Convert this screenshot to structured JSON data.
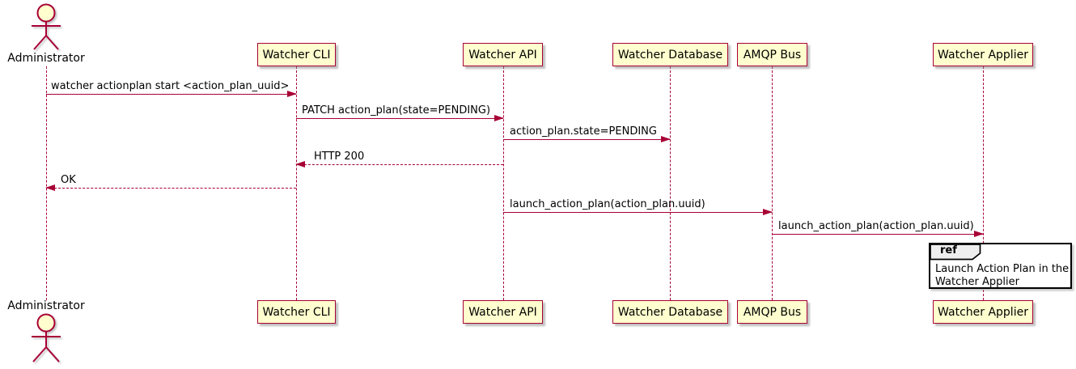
{
  "diagram_type": "sequence",
  "colors": {
    "participant_fill": "#FEFECE",
    "participant_border": "#A80036",
    "lifeline": "#A80036",
    "arrow": "#A80036",
    "text": "#000000",
    "ref_header_fill": "#EEEEEE",
    "ref_border": "#000000",
    "background": "#FFFFFF"
  },
  "actor": {
    "label": "Administrator"
  },
  "participants": [
    {
      "label": "Watcher CLI"
    },
    {
      "label": "Watcher API"
    },
    {
      "label": "Watcher Database"
    },
    {
      "label": "AMQP Bus"
    },
    {
      "label": "Watcher Applier"
    }
  ],
  "messages": [
    {
      "from": "Administrator",
      "to": "Watcher CLI",
      "label": "watcher actionplan start <action_plan_uuid>",
      "line": "solid",
      "direction": "right"
    },
    {
      "from": "Watcher CLI",
      "to": "Watcher API",
      "label": "PATCH action_plan(state=PENDING)",
      "line": "solid",
      "direction": "right"
    },
    {
      "from": "Watcher API",
      "to": "Watcher Database",
      "label": "action_plan.state=PENDING",
      "line": "solid",
      "direction": "right"
    },
    {
      "from": "Watcher API",
      "to": "Watcher CLI",
      "label": "HTTP 200",
      "line": "dashed",
      "direction": "left"
    },
    {
      "from": "Watcher CLI",
      "to": "Administrator",
      "label": "OK",
      "line": "dashed",
      "direction": "left"
    },
    {
      "from": "Watcher API",
      "to": "AMQP Bus",
      "label": "launch_action_plan(action_plan.uuid)",
      "line": "solid",
      "direction": "right"
    },
    {
      "from": "AMQP Bus",
      "to": "Watcher Applier",
      "label": "launch_action_plan(action_plan.uuid)",
      "line": "solid",
      "direction": "right"
    }
  ],
  "ref_fragment": {
    "keyword": "ref",
    "over": "Watcher Applier",
    "lines": [
      "Launch Action Plan in the",
      "Watcher Applier"
    ]
  }
}
